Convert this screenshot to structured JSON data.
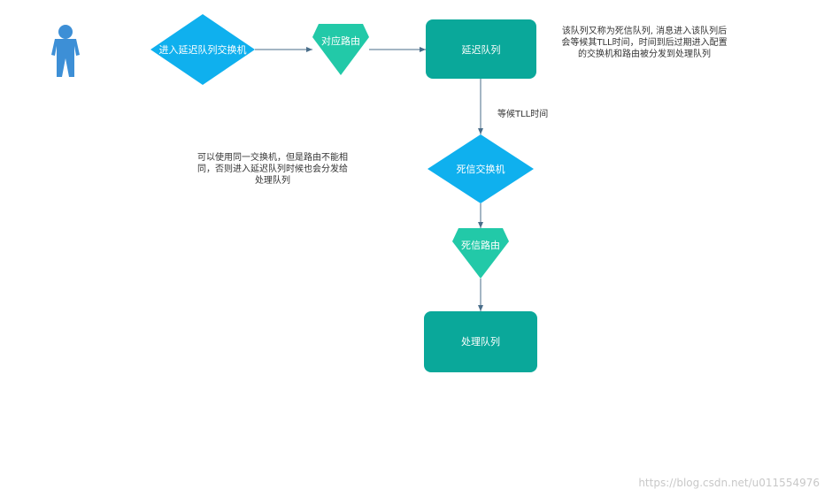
{
  "colors": {
    "exchange": "#0fb0ee",
    "route": "#22c9a8",
    "queue": "#0aa89a",
    "arrow": "#4a6e8a",
    "actor": "#3d8fd6"
  },
  "nodes": {
    "delay_exchange": "进入延迟队列交换机",
    "route": "对应路由",
    "delay_queue": "延迟队列",
    "dead_exchange": "死信交换机",
    "dead_route": "死信路由",
    "process_queue": "处理队列"
  },
  "edge_label": "等候TLL时间",
  "notes": {
    "right": "该队列又称为死信队列, 消息进入该队列后会等候其TLL时间，时间到后过期进入配置的交换机和路由被分发到处理队列",
    "left": "可以使用同一交换机，但是路由不能相同，否则进入延迟队列时候也会分发给处理队列"
  },
  "watermark": "https://blog.csdn.net/u011554976"
}
